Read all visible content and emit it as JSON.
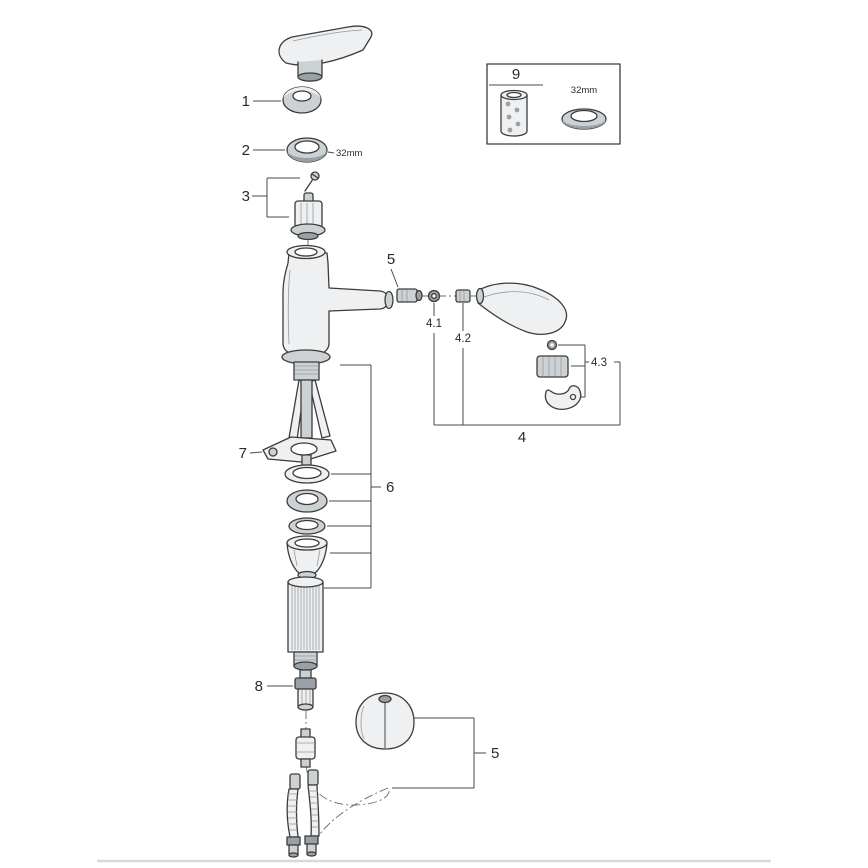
{
  "document": {
    "type": "exploded-parts-diagram",
    "subject": "pull-out spray kitchen faucet",
    "background": "#ffffff"
  },
  "labels": {
    "part1": "1",
    "part2": "2",
    "part3": "3",
    "part4": "4",
    "part4_1": "4.1",
    "part4_2": "4.2",
    "part4_3": "4.3",
    "part5_spout": "5",
    "part5_hose": "5",
    "part6": "6",
    "part7": "7",
    "part8": "8",
    "part9": "9"
  },
  "annotations": {
    "ring_size": "32mm",
    "box_ring_size": "32mm"
  },
  "colors": {
    "outline": "#3c3c3c",
    "leader": "#4a4a4a",
    "shade_light": "#eef0f1",
    "shade_mid": "#ccd1d4",
    "shade_dark": "#9aa1a6",
    "baseline": "#d9d9d9"
  }
}
